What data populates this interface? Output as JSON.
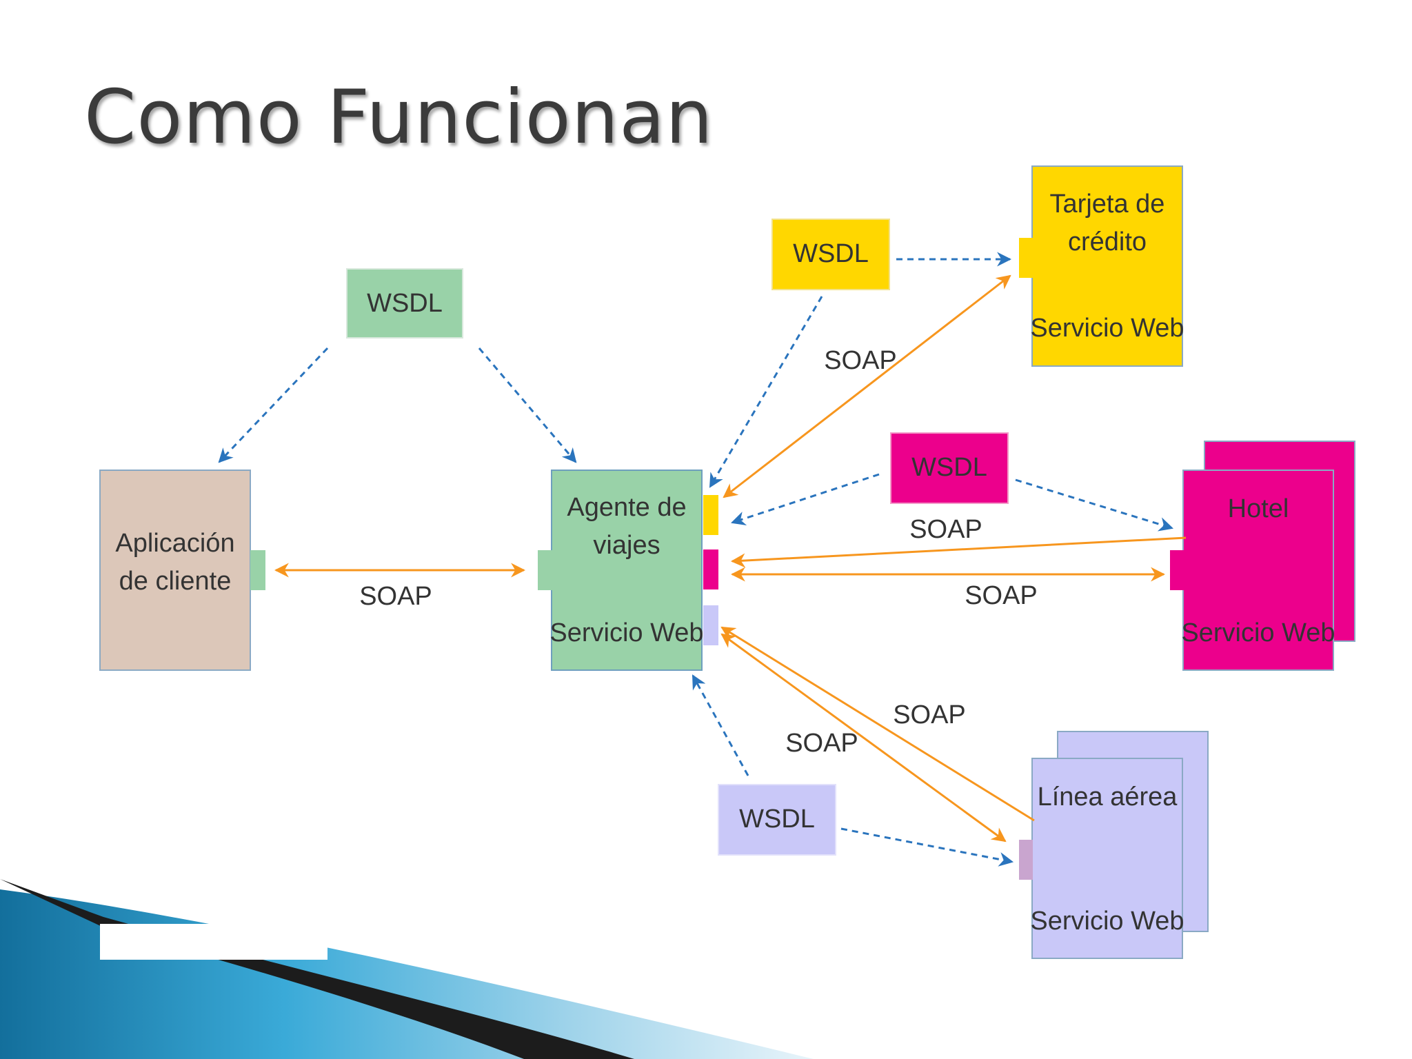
{
  "slide": {
    "title": "Como Funcionan"
  },
  "colors": {
    "client": "#dcc7b9",
    "agent": "#99d2a8",
    "credit": "#ffd700",
    "hotel": "#ec008c",
    "airline": "#c9c8f8",
    "wsdl_arrow": "#2a74bd",
    "soap_arrow": "#f7961e",
    "swoosh_blue": "#1b86b6",
    "swoosh_dark": "#1c1c1c"
  },
  "diagram": {
    "client": {
      "line1": "Aplicación",
      "line2": "de cliente"
    },
    "agent": {
      "line1": "Agente de",
      "line2": "viajes",
      "line3": "Servicio Web"
    },
    "credit": {
      "line1": "Tarjeta de",
      "line2": "crédito",
      "line3": "Servicio Web"
    },
    "hotel": {
      "line1": "Hotel",
      "line3": "Servicio Web"
    },
    "airline": {
      "line1": "Línea aérea",
      "line3": "Servicio Web"
    },
    "wsdl_labels": {
      "agent": "WSDL",
      "credit": "WSDL",
      "hotel": "WSDL",
      "airline": "WSDL"
    },
    "soap_labels": {
      "client_agent": "SOAP",
      "credit": "SOAP",
      "hotel_upper": "SOAP",
      "hotel_lower": "SOAP",
      "airline_upper": "SOAP",
      "airline_lower": "SOAP"
    }
  }
}
